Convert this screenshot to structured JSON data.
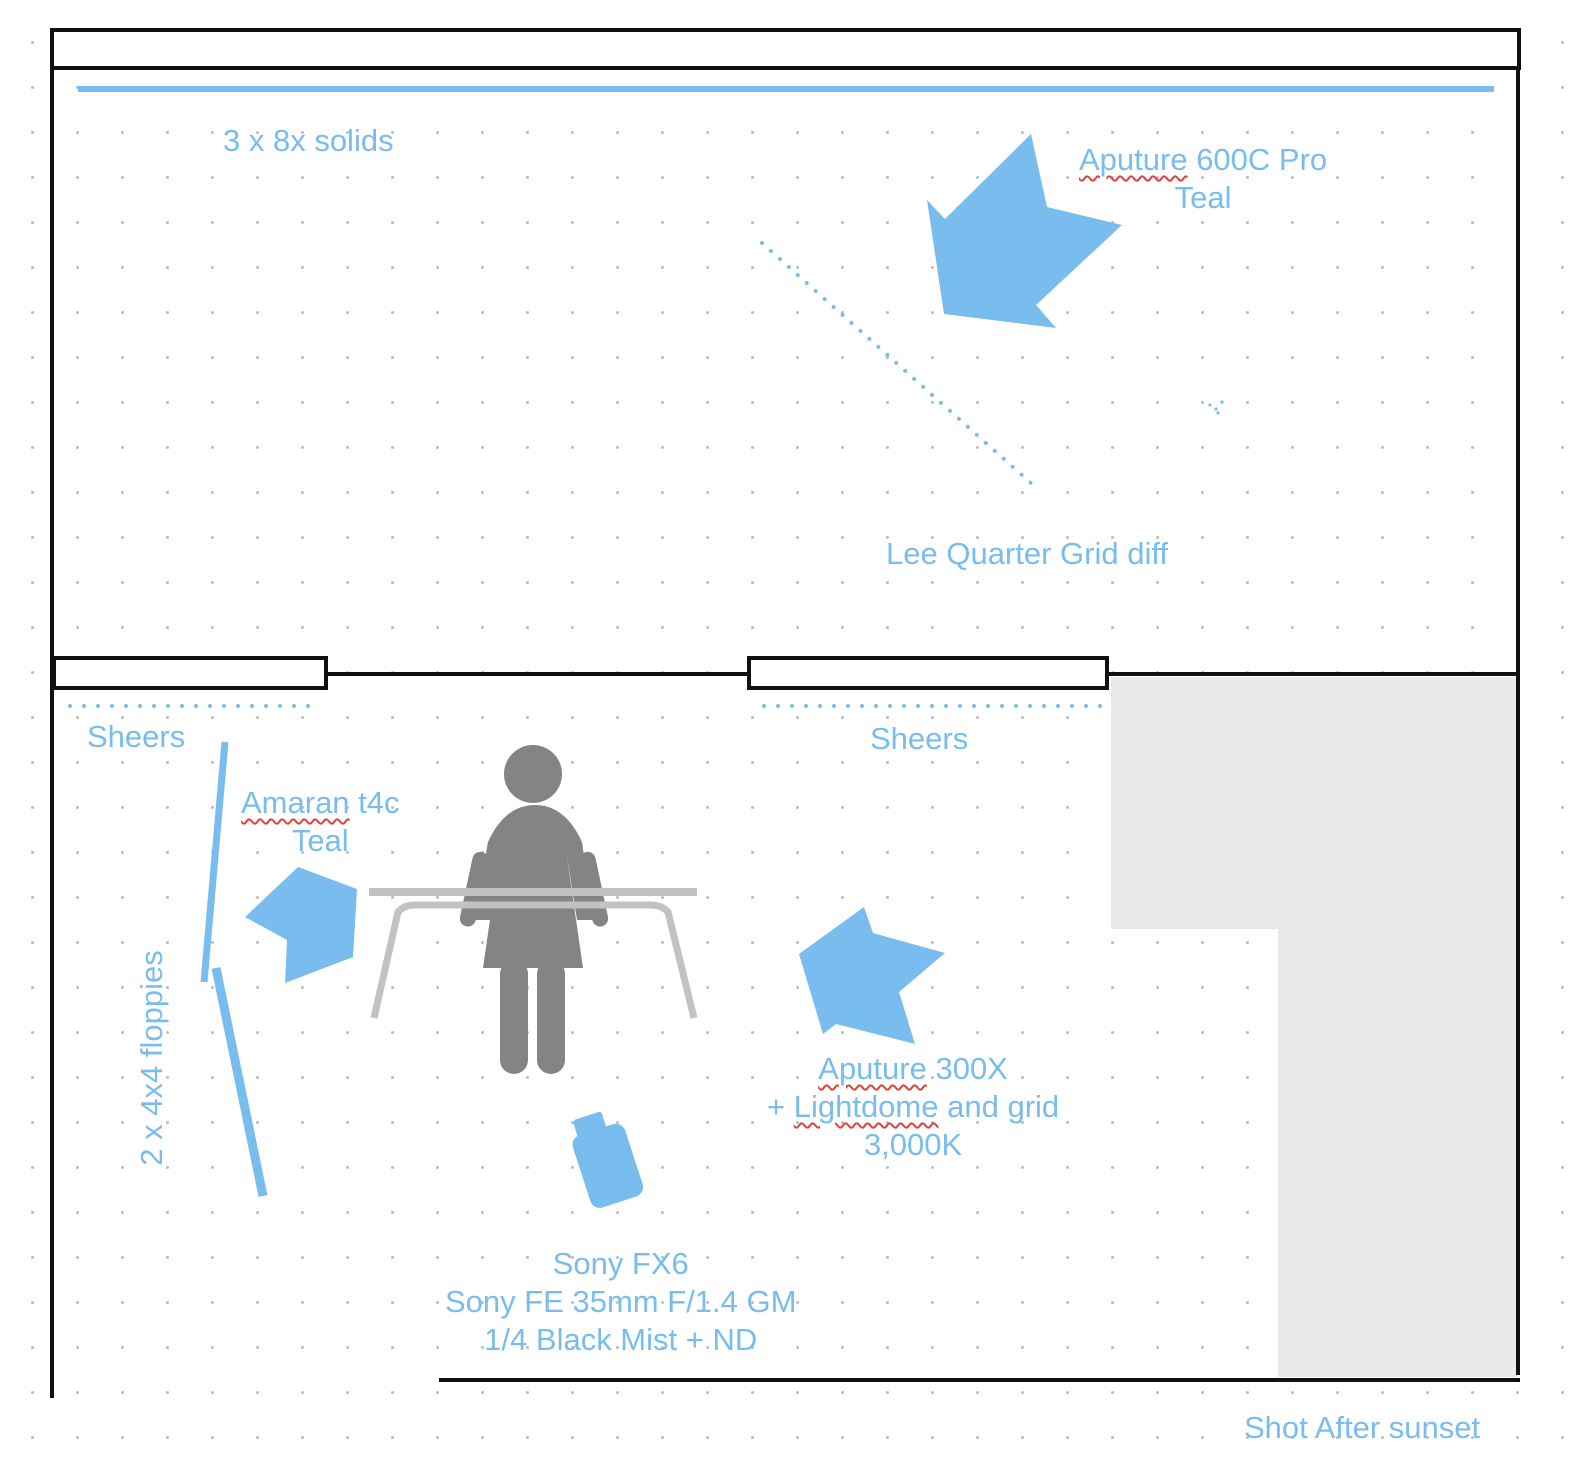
{
  "colors": {
    "accent": "#79bcee",
    "wall": "#111111",
    "figure": "#848484",
    "table": "#c2c2c2",
    "shaded_area": "#e9e9e9",
    "spell_underline": "#e0413f",
    "grid_dot": "#b9bec4"
  },
  "labels": {
    "solids": "3 x 8x solids",
    "aputure600": {
      "word": "Aputure",
      "rest": " 600C Pro",
      "line2": "Teal"
    },
    "lee_diff": "Lee Quarter Grid diff",
    "sheers_left": "Sheers",
    "sheers_right": "Sheers",
    "amaran": {
      "word": "Amaran",
      "rest": " t4c",
      "line2": "Teal"
    },
    "floppies": "2 x 4x4 floppies",
    "aputure300": {
      "word": "Aputure",
      "rest": " 300X",
      "line2_prefix": "+ ",
      "line2_word": "Lightdome",
      "line2_rest": " and grid",
      "line3": "3,000K"
    },
    "camera": {
      "line1": "Sony FX6",
      "line2": "Sony FE 35mm F/1.4 GM",
      "line3": "1/4 Black Mist + ND"
    },
    "note": "Shot After sunset"
  },
  "icons": {
    "light_600c": "arrow-icon",
    "light_t4c": "arrow-icon",
    "light_300x": "arrow-icon",
    "camera": "camera-icon",
    "subject": "person-icon",
    "desk": "table-icon"
  }
}
